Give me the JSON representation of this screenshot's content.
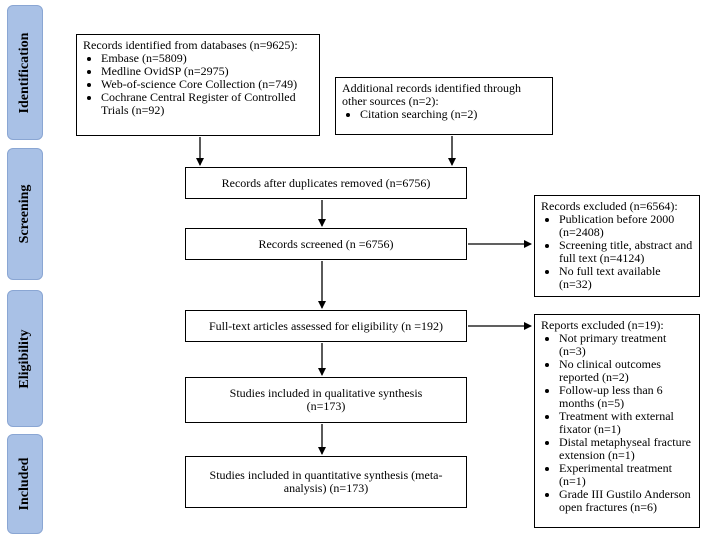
{
  "phases": {
    "identification": "Identification",
    "screening": "Screening",
    "eligibility": "Eligibility",
    "included": "Included"
  },
  "identification": {
    "databases": {
      "heading": "Records identified from databases (n=9625):",
      "items": [
        "Embase (n=5809)",
        "Medline OvidSP (n=2975)",
        "Web-of-science Core Collection (n=749)",
        "Cochrane Central Register of Controlled Trials (n=92)"
      ]
    },
    "other_sources": {
      "heading": "Additional records identified through other sources (n=2):",
      "items": [
        "Citation searching (n=2)"
      ]
    }
  },
  "screening": {
    "duplicates_removed": "Records after duplicates removed (n=6756)",
    "screened": "Records screened (n =6756)",
    "excluded": {
      "heading": "Records excluded (n=6564):",
      "items": [
        "Publication before 2000 (n=2408)",
        "Screening title, abstract and full text (n=4124)",
        "No full text available (n=32)"
      ]
    }
  },
  "eligibility": {
    "assessed": "Full-text articles assessed for eligibility (n =192)",
    "qualitative": "Studies included in qualitative synthesis (n=173)",
    "reports_excluded": {
      "heading": "Reports excluded (n=19):",
      "items": [
        "Not primary treatment (n=3)",
        "No clinical outcomes reported (n=2)",
        "Follow-up less than 6 months (n=5)",
        "Treatment with external fixator (n=1)",
        "Distal metaphyseal fracture extension (n=1)",
        "Experimental treatment (n=1)",
        "Grade III Gustilo Anderson open fractures (n=6)"
      ]
    }
  },
  "included": {
    "quantitative": "Studies included in quantitative synthesis (meta-analysis) (n=173)"
  }
}
